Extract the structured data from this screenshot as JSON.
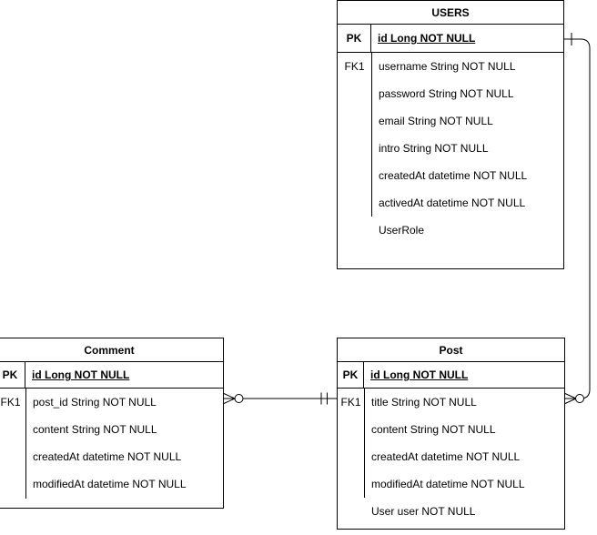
{
  "diagram": {
    "type": "entity-relationship",
    "colors": {
      "background": "#ffffff",
      "line": "#000000",
      "text": "#000000"
    },
    "tables": [
      {
        "name": "USERS",
        "pk": {
          "key": "PK",
          "text": "id Long NOT NULL"
        },
        "rows": [
          {
            "key": "FK1",
            "text": "username String NOT NULL"
          },
          {
            "key": "",
            "text": "password String NOT NULL"
          },
          {
            "key": "",
            "text": "email String NOT NULL"
          },
          {
            "key": "",
            "text": "intro String NOT NULL"
          },
          {
            "key": "",
            "text": "createdAt datetime NOT NULL"
          },
          {
            "key": "",
            "text": "activedAt datetime NOT NULL"
          },
          {
            "key": "",
            "text": "UserRole"
          }
        ]
      },
      {
        "name": "Comment",
        "pk": {
          "key": "PK",
          "text": "id Long NOT NULL"
        },
        "rows": [
          {
            "key": "FK1",
            "text": "post_id String NOT NULL"
          },
          {
            "key": "",
            "text": "content String NOT NULL"
          },
          {
            "key": "",
            "text": "createdAt datetime NOT NULL"
          },
          {
            "key": "",
            "text": "modifiedAt datetime NOT NULL"
          }
        ]
      },
      {
        "name": "Post",
        "pk": {
          "key": "PK",
          "text": "id Long NOT NULL"
        },
        "rows": [
          {
            "key": "FK1",
            "text": "title String NOT NULL"
          },
          {
            "key": "",
            "text": "content String NOT NULL"
          },
          {
            "key": "",
            "text": "createdAt datetime NOT NULL"
          },
          {
            "key": "",
            "text": "modifiedAt datetime NOT NULL"
          },
          {
            "key": "",
            "text": "User user NOT NULL"
          }
        ]
      }
    ],
    "relationships": [
      {
        "from_table": "USERS",
        "from_attribute": "id",
        "from_cardinality": "one",
        "to_table": "Post",
        "to_cardinality": "zero-or-many"
      },
      {
        "from_table": "Post",
        "from_attribute": "id",
        "from_cardinality": "one-and-only-one",
        "to_table": "Comment",
        "to_attribute": "post_id",
        "to_cardinality": "zero-or-many"
      }
    ]
  }
}
